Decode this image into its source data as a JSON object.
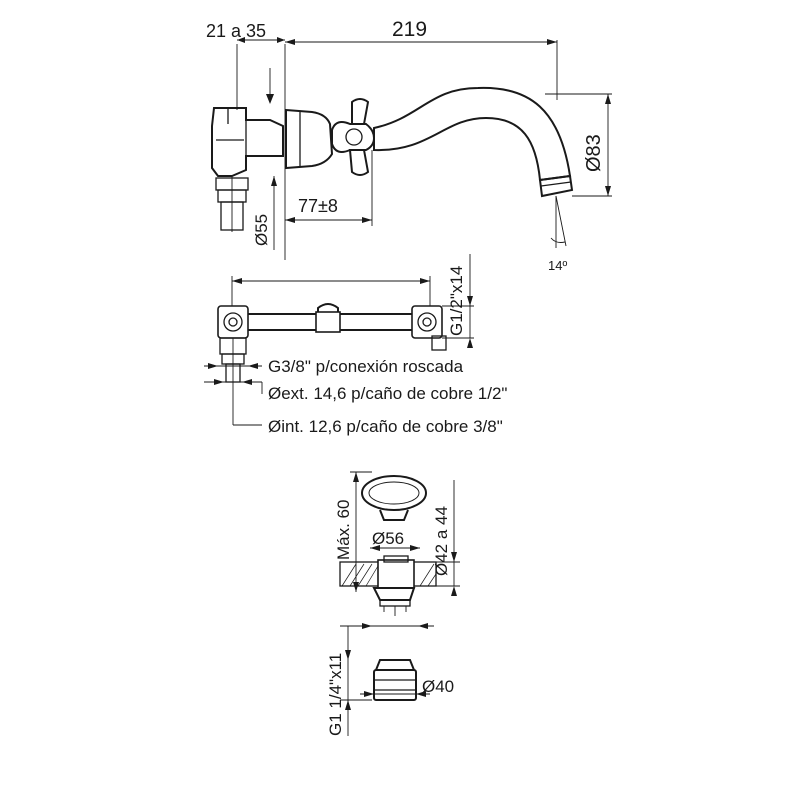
{
  "top_view": {
    "dim_wall": "21 a 35",
    "dim_length": "219",
    "dim_spout_dia": "Ø83",
    "dim_depth": "77±8",
    "dim_flange_dia": "Ø55",
    "dim_angle": "14º"
  },
  "middle_view": {
    "dim_thread": "G1/2\"x14",
    "note_conn": "G3/8\" p/conexión roscada",
    "note_ext": "Øext. 14,6 p/caño de cobre 1/2\"",
    "note_int": "Øint. 12,6 p/caño de cobre 3/8\""
  },
  "bottom_view": {
    "dim_max": "Máx. 60",
    "dim_56": "Ø56",
    "dim_42": "Ø42 a 44",
    "dim_thread": "G1 1/4\"x11",
    "dim_40": "Ø40"
  }
}
